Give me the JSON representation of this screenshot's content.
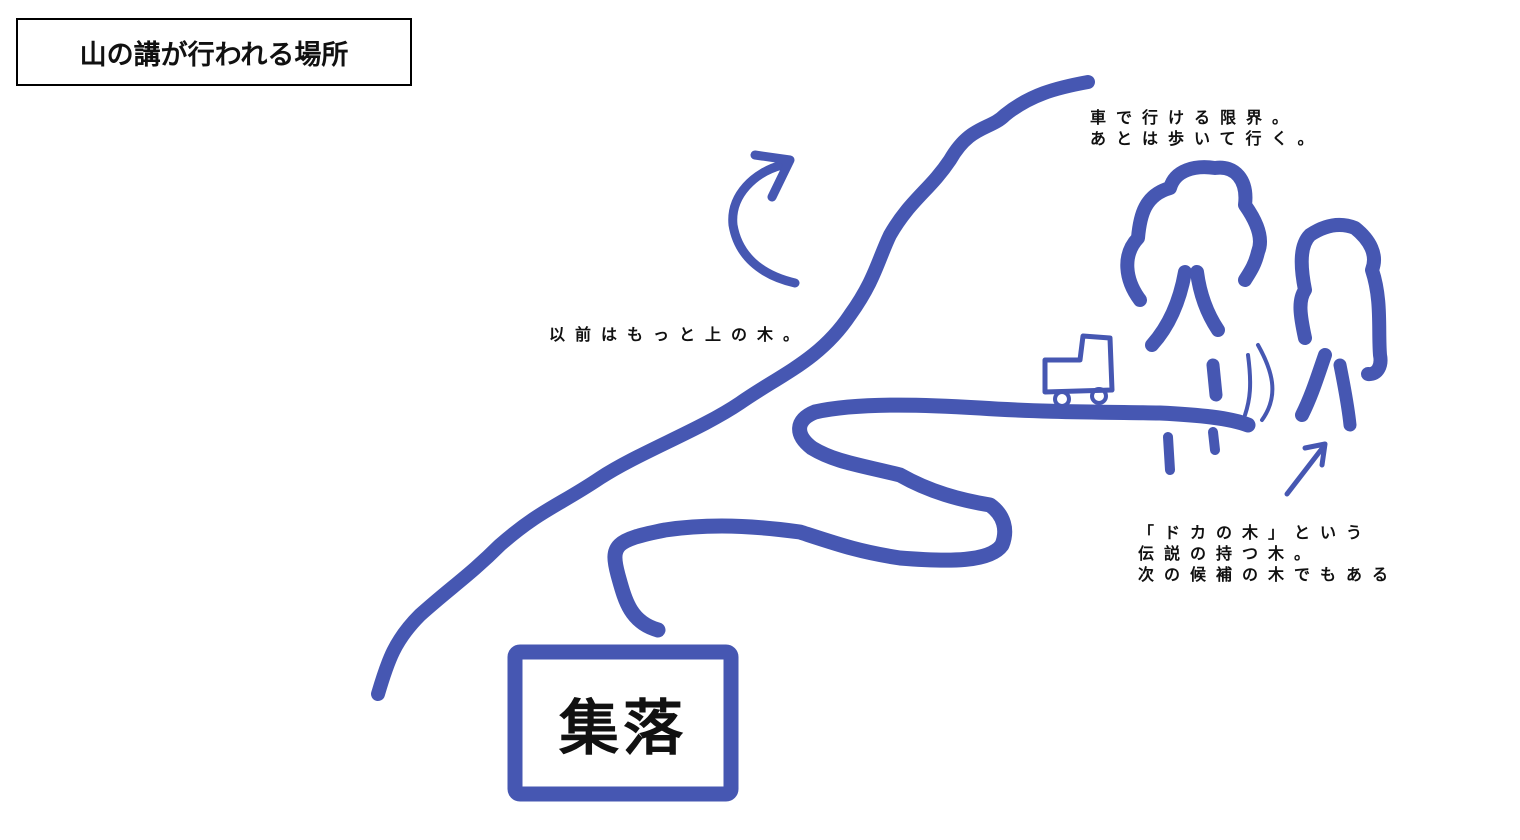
{
  "title": "山の講が行われる場所",
  "settlement_label": "集落",
  "notes": {
    "car_limit": [
      "車で行ける限界。",
      "あとは歩いて行く。"
    ],
    "former_tree": "以前はもっと上の木。",
    "legend_tree": [
      "「ドカの木」という",
      "伝説の持つ木。",
      "次の候補の木でもある"
    ]
  },
  "colors": {
    "stroke": "#4657b2",
    "text": "#111111",
    "box_border": "#000000"
  }
}
